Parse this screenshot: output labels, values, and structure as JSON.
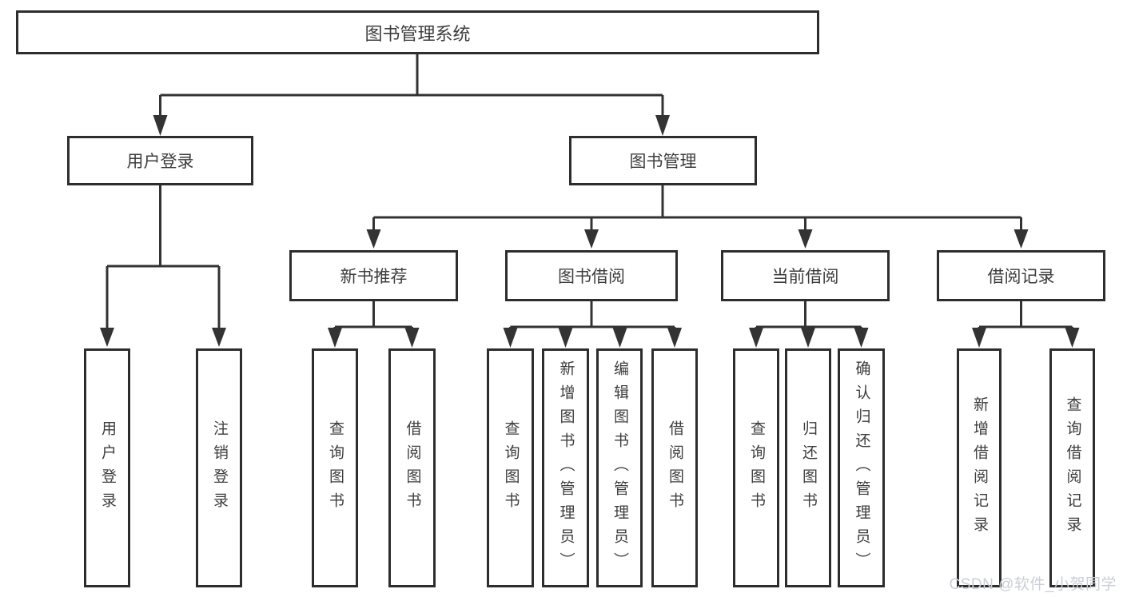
{
  "colors": {
    "background": "#ffffff",
    "line": "#333333",
    "box_border": "#2d2d2d",
    "text": "#3d3d3d",
    "watermark": "#cbced6"
  },
  "diagram": {
    "root": {
      "label": "图书管理系统"
    },
    "branches": [
      {
        "label": "用户登录",
        "children": [
          {
            "label": "用户登录"
          },
          {
            "label": "注销登录"
          }
        ]
      },
      {
        "label": "图书管理",
        "children": [
          {
            "label": "新书推荐",
            "children": [
              {
                "label": "查询图书"
              },
              {
                "label": "借阅图书"
              }
            ]
          },
          {
            "label": "图书借阅",
            "children": [
              {
                "label": "查询图书"
              },
              {
                "label": "新增图书（管理员）"
              },
              {
                "label": "编辑图书（管理员）"
              },
              {
                "label": "借阅图书"
              }
            ]
          },
          {
            "label": "当前借阅",
            "children": [
              {
                "label": "查询图书"
              },
              {
                "label": "归还图书"
              },
              {
                "label": "确认归还（管理员）"
              }
            ]
          },
          {
            "label": "借阅记录",
            "children": [
              {
                "label": "新增借阅记录"
              },
              {
                "label": "查询借阅记录"
              }
            ]
          }
        ]
      }
    ]
  },
  "watermark": {
    "text": "CSDN @软件_小贺同学"
  }
}
